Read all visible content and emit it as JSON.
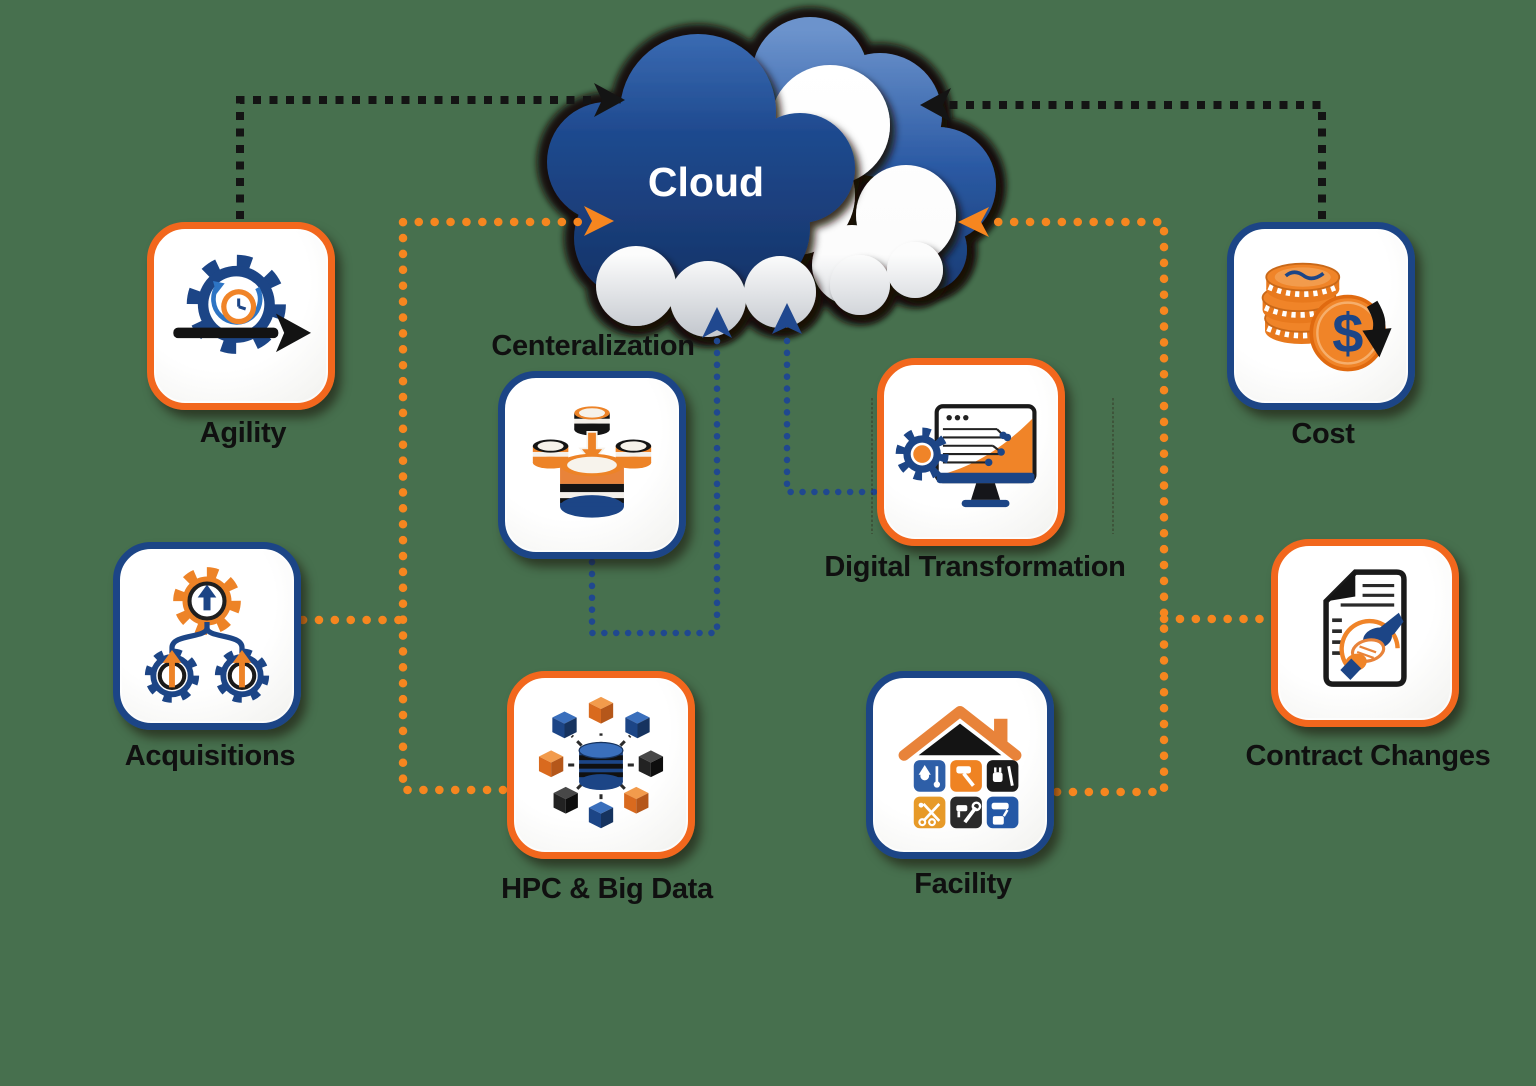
{
  "background_color": "#47704E",
  "cloud": {
    "label": "Cloud"
  },
  "nodes": [
    {
      "id": "agility",
      "label": "Agility",
      "border_color": "#F2671D"
    },
    {
      "id": "acquisitions",
      "label": "Acquisitions",
      "border_color": "#1C4586"
    },
    {
      "id": "centralization",
      "label": "Centeralization",
      "border_color": "#1C4586"
    },
    {
      "id": "hpc-big-data",
      "label": "HPC & Big Data",
      "border_color": "#F2671D"
    },
    {
      "id": "digital-transformation",
      "label": "Digital Transformation",
      "border_color": "#F2671D"
    },
    {
      "id": "facility",
      "label": "Facility",
      "border_color": "#1C4586"
    },
    {
      "id": "cost",
      "label": "Cost",
      "border_color": "#1C4586"
    },
    {
      "id": "contract-changes",
      "label": "Contract Changes",
      "border_color": "#F2671D"
    }
  ],
  "connector_colors": {
    "black": "#141414",
    "orange": "#F6861F",
    "blue": "#20488F"
  },
  "connections": [
    {
      "from": "agility",
      "to": "cloud",
      "color": "black"
    },
    {
      "from": "cost",
      "to": "cloud",
      "color": "black"
    },
    {
      "from": "acquisitions",
      "to": "cloud",
      "color": "orange"
    },
    {
      "from": "hpc-big-data",
      "to": "cloud",
      "color": "orange"
    },
    {
      "from": "facility",
      "to": "cloud",
      "color": "orange"
    },
    {
      "from": "contract-changes",
      "to": "cloud",
      "color": "orange"
    },
    {
      "from": "centralization",
      "to": "cloud",
      "color": "blue"
    },
    {
      "from": "digital-transformation",
      "to": "cloud",
      "color": "blue"
    }
  ]
}
